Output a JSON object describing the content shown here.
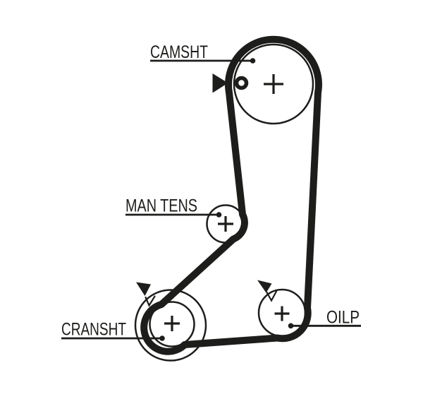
{
  "diagram": {
    "kind": "timing-belt-routing-diagram",
    "background_color": "#ffffff",
    "ink_color": "#1d1d1b",
    "icons": {
      "timing-mark-arrow": "▶",
      "timing-ring-marker": "○",
      "alignment-notch": "v"
    },
    "pulleys": [
      {
        "id": "camshaft",
        "label": "CAMSHT",
        "markers": [
          "arrow",
          "ring"
        ]
      },
      {
        "id": "manual-tensioner",
        "label": "MAN TENS",
        "markers": []
      },
      {
        "id": "crankshaft",
        "label": "CRANSHT",
        "markers": [
          "arrow",
          "notch"
        ]
      },
      {
        "id": "oil-pump",
        "label": "OILP",
        "markers": [
          "arrow",
          "notch"
        ]
      }
    ]
  }
}
